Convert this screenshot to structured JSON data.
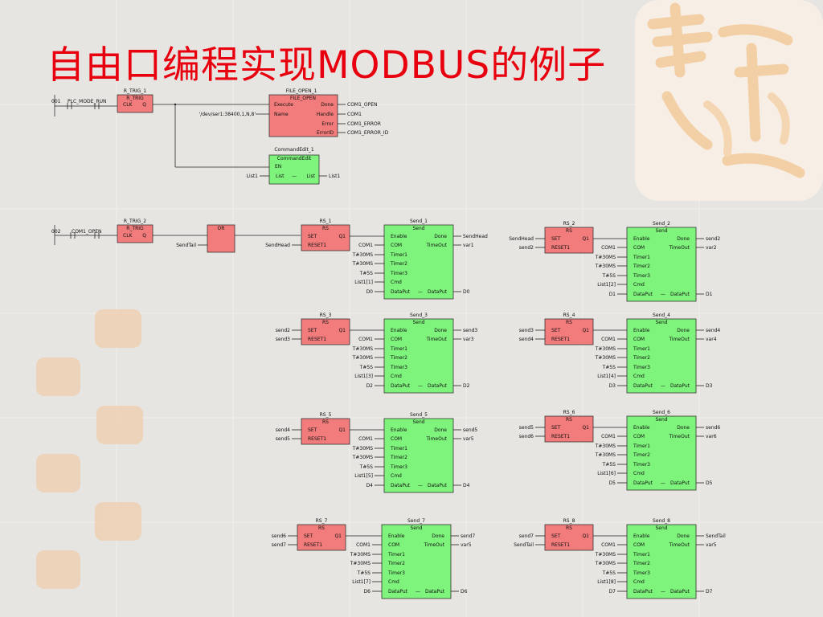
{
  "title": "自由口编程实现MODBUS的例子",
  "colors": {
    "title": "#e8000e",
    "red_block": "#f27b7b",
    "green_block": "#7ef47c",
    "wire": "#222222",
    "background": "#e7e5e1"
  },
  "networks": [
    {
      "number": "001",
      "contact": "PLC_MODE_RUN"
    },
    {
      "number": "002",
      "contact": "COM1_OPEN"
    }
  ],
  "n1": {
    "r_trig": {
      "instance": "R_TRIG_1",
      "type": "R_TRIG",
      "pins": [
        "CLK",
        "Q"
      ]
    },
    "file_open": {
      "instance": "FILE_OPEN_1",
      "type": "FILE_OPEN",
      "inputs": [
        "Execute",
        "Name"
      ],
      "outputs": [
        "Done",
        "Handle",
        "Error",
        "ErrorID"
      ],
      "name_value": "'/dev/ser1:38400,1,N,8'",
      "out_vars": [
        "COM1_OPEN",
        "COM1",
        "COM1_ERROR",
        "COM1_ERROR_ID"
      ]
    },
    "cmd": {
      "instance": "CommandEdit_1",
      "type": "CommandEdit",
      "en": "EN",
      "in_pin": "List",
      "out_pin": "List",
      "in_var": "List1",
      "out_var": "List1"
    }
  },
  "n2": {
    "r_trig": {
      "instance": "R_TRIG_2",
      "type": "R_TRIG",
      "pins": [
        "CLK",
        "Q"
      ]
    },
    "or_block": {
      "type": "OR",
      "in_var": "SendTail"
    },
    "rs_pins": [
      "SET",
      "Q1",
      "RESET1"
    ],
    "send_inputs": [
      "Enable",
      "COM",
      "Timer1",
      "Timer2",
      "Timer3",
      "Cmd",
      "DataPut"
    ],
    "send_outputs": [
      "Done",
      "TimeOut",
      "DataPut"
    ],
    "timer_values": [
      "T#30MS",
      "T#30MS",
      "T#5S"
    ],
    "com_var": "COM1",
    "units": [
      {
        "rs": "RS_1",
        "send": "Send_1",
        "set": "",
        "reset": "SendHead",
        "done": "SendHead",
        "timeout": "var1",
        "list": "List1[1]",
        "d": "D0"
      },
      {
        "rs": "RS_2",
        "send": "Send_2",
        "set": "SendHead",
        "reset": "send2",
        "done": "send2",
        "timeout": "var2",
        "list": "List1[2]",
        "d": "D1"
      },
      {
        "rs": "RS_3",
        "send": "Send_3",
        "set": "send2",
        "reset": "send3",
        "done": "send3",
        "timeout": "var3",
        "list": "List1[3]",
        "d": "D2"
      },
      {
        "rs": "RS_4",
        "send": "Send_4",
        "set": "send3",
        "reset": "send4",
        "done": "send4",
        "timeout": "var4",
        "list": "List1[4]",
        "d": "D3"
      },
      {
        "rs": "RS_5",
        "send": "Send_5",
        "set": "send4",
        "reset": "send5",
        "done": "send5",
        "timeout": "var5",
        "list": "List1[5]",
        "d": "D4"
      },
      {
        "rs": "RS_6",
        "send": "Send_6",
        "set": "send5",
        "reset": "send6",
        "done": "send6",
        "timeout": "var6",
        "list": "List1[6]",
        "d": "D5"
      },
      {
        "rs": "RS_7",
        "send": "Send_7",
        "set": "send6",
        "reset": "send7",
        "done": "send7",
        "timeout": "var5",
        "list": "List1[7]",
        "d": "D6"
      },
      {
        "rs": "RS_8",
        "send": "Send_8",
        "set": "send7",
        "reset": "SendTail",
        "done": "SendTail",
        "timeout": "var5",
        "list": "List1[8]",
        "d": "D7"
      }
    ]
  }
}
